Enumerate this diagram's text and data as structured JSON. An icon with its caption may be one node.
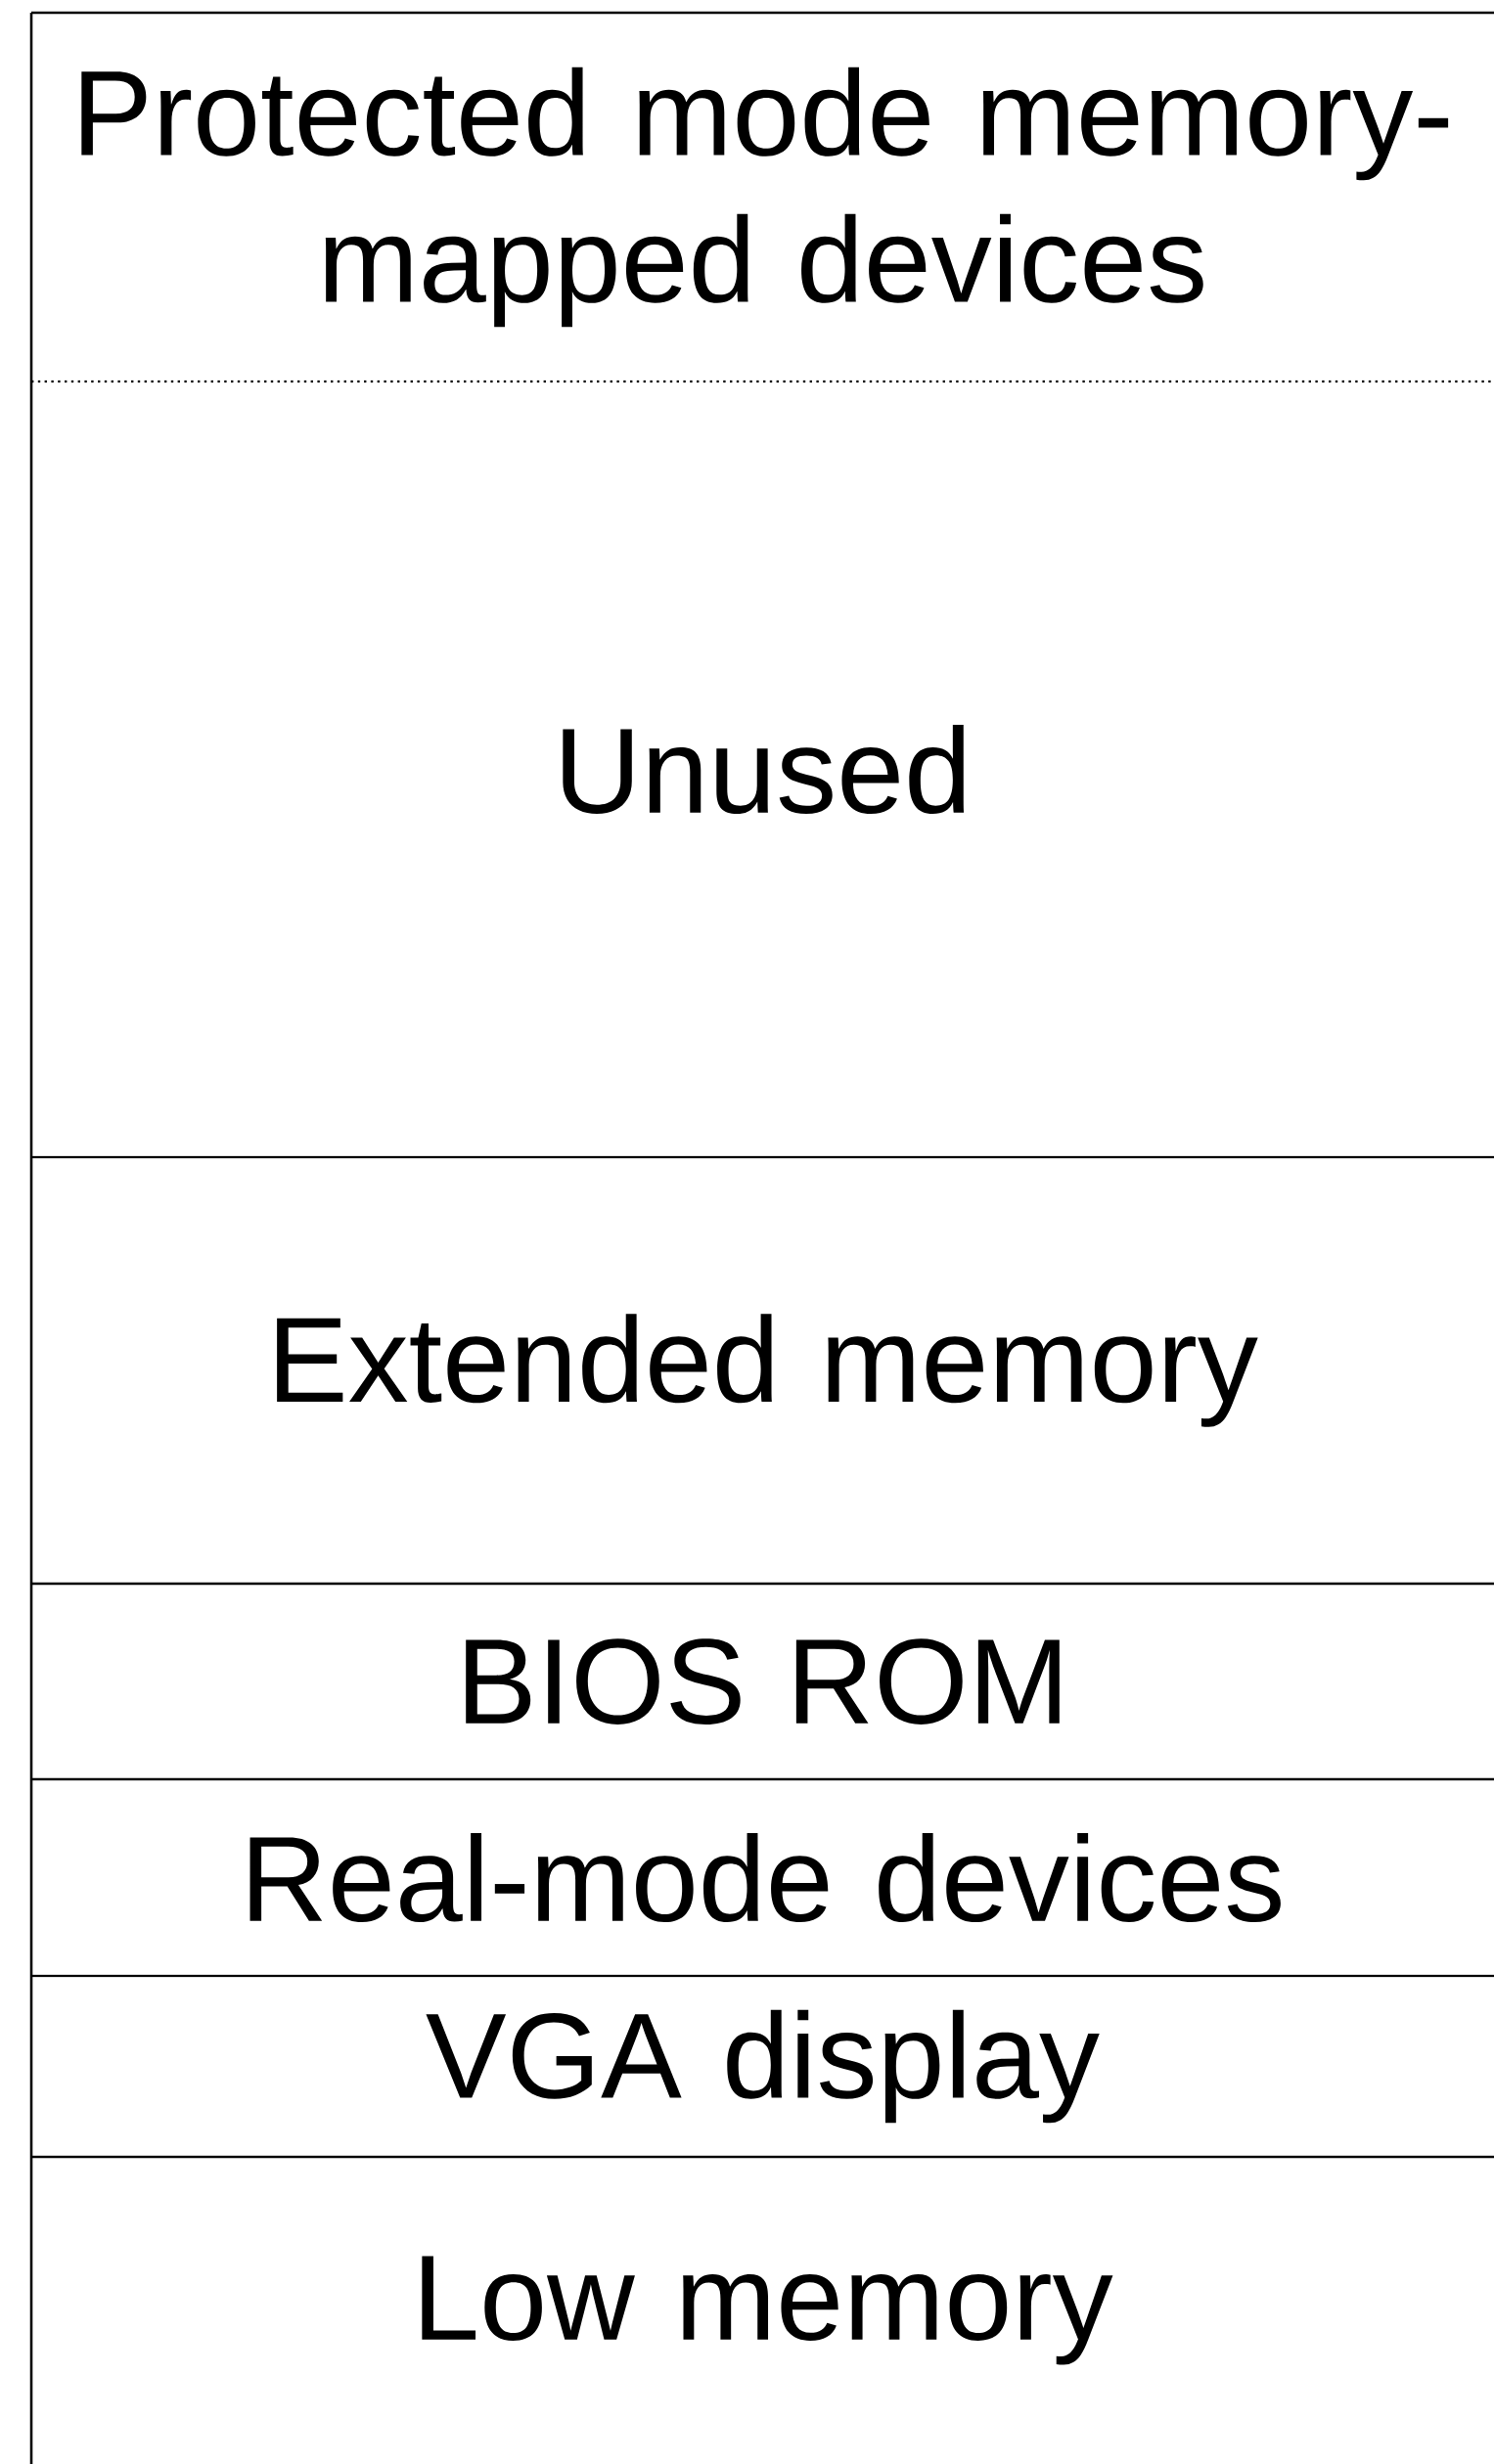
{
  "diagram": {
    "nodes": [
      {
        "text": [
          "Protected mode memory-mapped devices"
        ]
      },
      {
        "text": [
          "Unused"
        ]
      },
      {
        "text": [
          "Extended memory"
        ]
      },
      {
        "text": [
          "BIOS ROM"
        ]
      },
      {
        "text": [
          "Real-mode devices"
        ]
      },
      {
        "text": [
          "VGA display"
        ]
      },
      {
        "text": [
          "Low memory"
        ]
      }
    ]
  }
}
